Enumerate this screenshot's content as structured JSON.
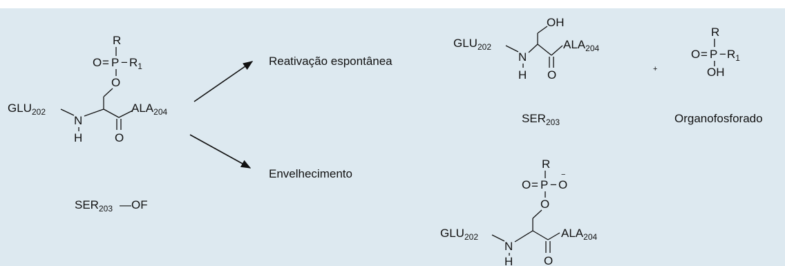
{
  "colors": {
    "background": "#dde9f0",
    "ink": "#111111"
  },
  "reactant": {
    "r": "R",
    "o": "O",
    "eq": "=",
    "p": "P",
    "dash": "−",
    "r1_base": "R",
    "r1_sub": "1",
    "ester_o": "O",
    "glu_base": "GLU",
    "glu_sub": "202",
    "n": "N",
    "h": "H",
    "carbonyl_o": "O",
    "ala_base": "ALA",
    "ala_sub": "204",
    "label_base": "SER",
    "label_sub": "203",
    "label_suffix": "—OF"
  },
  "path_top": {
    "label": "Reativação espontânea"
  },
  "path_bottom": {
    "label": "Envelhecimento"
  },
  "product_ser": {
    "oh": "OH",
    "glu_base": "GLU",
    "glu_sub": "202",
    "n": "N",
    "h": "H",
    "carbonyl_o": "O",
    "ala_base": "ALA",
    "ala_sub": "204",
    "label_base": "SER",
    "label_sub": "203"
  },
  "plus": "+",
  "organophosphate": {
    "r": "R",
    "o": "O",
    "eq": "=",
    "p": "P",
    "dash": "−",
    "r1_base": "R",
    "r1_sub": "1",
    "oh": "OH",
    "label": "Organofosforado"
  },
  "aged": {
    "r": "R",
    "o": "O",
    "eq": "=",
    "p": "P",
    "dash": "−",
    "o_minus": "O",
    "minus_top": "−",
    "minus_right": "−",
    "ester_o": "O",
    "glu_base": "GLU",
    "glu_sub": "202",
    "n": "N",
    "h": "H",
    "carbonyl_o": "O",
    "ala_base": "ALA",
    "ala_sub": "204"
  }
}
